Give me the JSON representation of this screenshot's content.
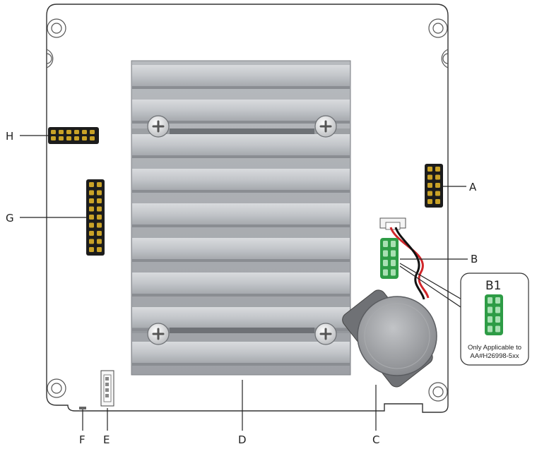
{
  "callouts": {
    "a": "A",
    "b": "B",
    "c": "C",
    "d": "D",
    "e": "E",
    "f": "F",
    "g": "G",
    "h": "H"
  },
  "inset": {
    "title": "B1",
    "note_line1": "Only Applicable to",
    "note_line2": "AA#H26998-5xx"
  },
  "colors": {
    "board_outline": "#333333",
    "heatsink_light": "#c9cbce",
    "heatsink_dark": "#8e9196",
    "header_black": "#1a1a1a",
    "pin_gold": "#c9a227",
    "header_green": "#2e9c46",
    "wire_red": "#d0262a",
    "wire_black": "#111111",
    "battery": "#9a9ca0"
  },
  "icons": {
    "screws": "phillips-screw-icon",
    "mount_holes": "mounting-hole-icon"
  }
}
